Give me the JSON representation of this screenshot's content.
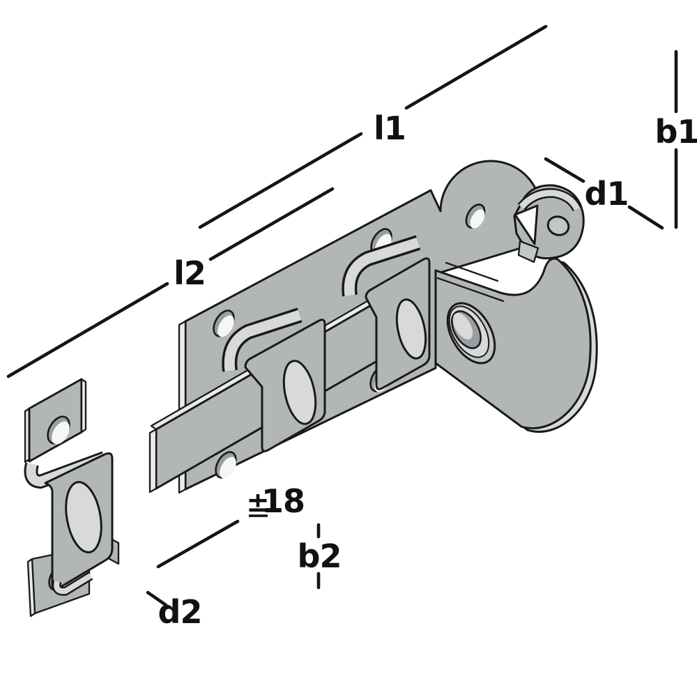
{
  "page": {
    "background": "#ffffff"
  },
  "drawing": {
    "type": "isometric-technical-illustration",
    "subject": "sliding padlock bolt with hasp ring and separate keeper staple",
    "colors": {
      "outline": "#191919",
      "metal_base": "#b3b6b7",
      "metal_light": "#d7d9da",
      "metal_bright": "#e9eaeb",
      "metal_mid": "#c3c6c7",
      "hole_shadow": "#9b9ea0",
      "hole_light": "#f5f6f6",
      "dimension_line": "#141414"
    },
    "labels": {
      "l1": "l1",
      "l2": "l2",
      "b1": "b1",
      "d1": "d1",
      "b2": "b2",
      "d2": "d2",
      "tolerance_sign": "±",
      "tolerance_value": "18"
    },
    "parts": [
      "back-plate",
      "bolt-bar",
      "guide-staple-1",
      "guide-staple-2",
      "hasp-plate",
      "ring-boss",
      "padlock-hook",
      "keeper-staple"
    ]
  }
}
